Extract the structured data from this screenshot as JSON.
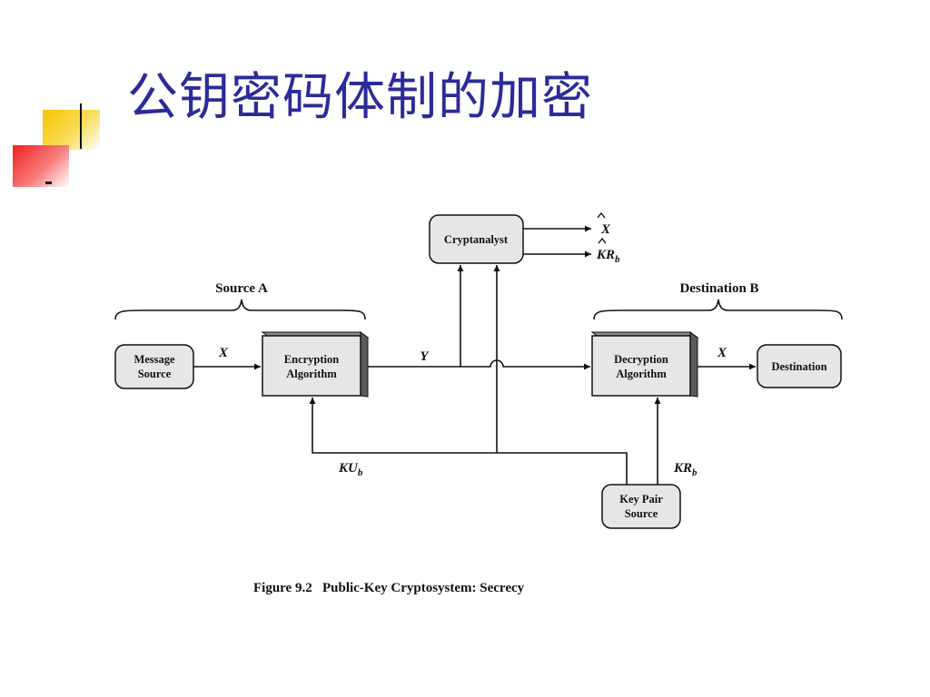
{
  "slide": {
    "title": "公钥密码体制的加密"
  },
  "diagram": {
    "source_group": "Source A",
    "destination_group": "Destination B",
    "nodes": {
      "message_source": [
        "Message",
        "Source"
      ],
      "encryption": [
        "Encryption",
        "Algorithm"
      ],
      "cryptanalyst": [
        "Cryptanalyst"
      ],
      "decryption": [
        "Decryption",
        "Algorithm"
      ],
      "destination": [
        "Destination"
      ],
      "key_pair_source": [
        "Key Pair",
        "Source"
      ]
    },
    "labels": {
      "x_in": "X",
      "y": "Y",
      "x_out": "X",
      "x_hat": "X",
      "kr_hat_base": "KR",
      "kr_hat_sub": "b",
      "ku_base": "KU",
      "ku_sub": "b",
      "kr_base": "KR",
      "kr_sub": "b"
    },
    "caption": "Figure 9.2   Public-Key Cryptosystem: Secrecy"
  },
  "colors": {
    "title": "#2b2b9a",
    "box_fill": "#e6e6e6",
    "box_shadow": "#5a5a5a",
    "deco_yellow": "#f5c400",
    "deco_red": "#ee2222"
  }
}
